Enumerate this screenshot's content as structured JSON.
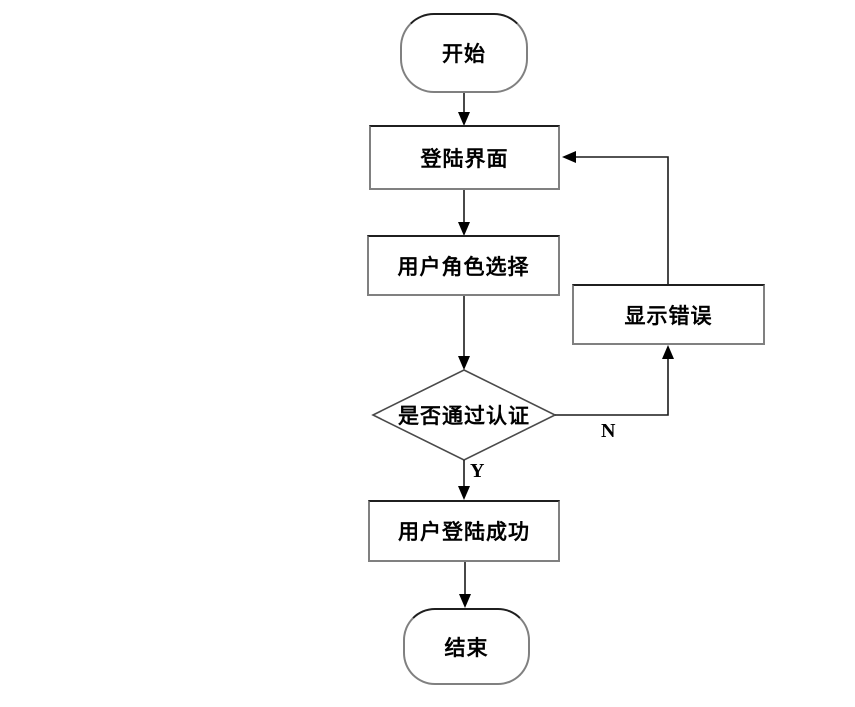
{
  "diagram": {
    "nodes": {
      "start": {
        "label": "开始",
        "type": "terminator"
      },
      "login": {
        "label": "登陆界面",
        "type": "process"
      },
      "role": {
        "label": "用户角色选择",
        "type": "process"
      },
      "decision": {
        "label": "是否通过认证",
        "type": "decision"
      },
      "error": {
        "label": "显示错误",
        "type": "process"
      },
      "success": {
        "label": "用户登陆成功",
        "type": "process"
      },
      "end": {
        "label": "结束",
        "type": "terminator"
      }
    },
    "branch_labels": {
      "yes": "Y",
      "no": "N"
    },
    "colors": {
      "background": "#ffffff",
      "shape_fill": "#ffffff",
      "shape_border": "#808080",
      "connector": "#1a1a1a",
      "text": "#000000"
    }
  }
}
